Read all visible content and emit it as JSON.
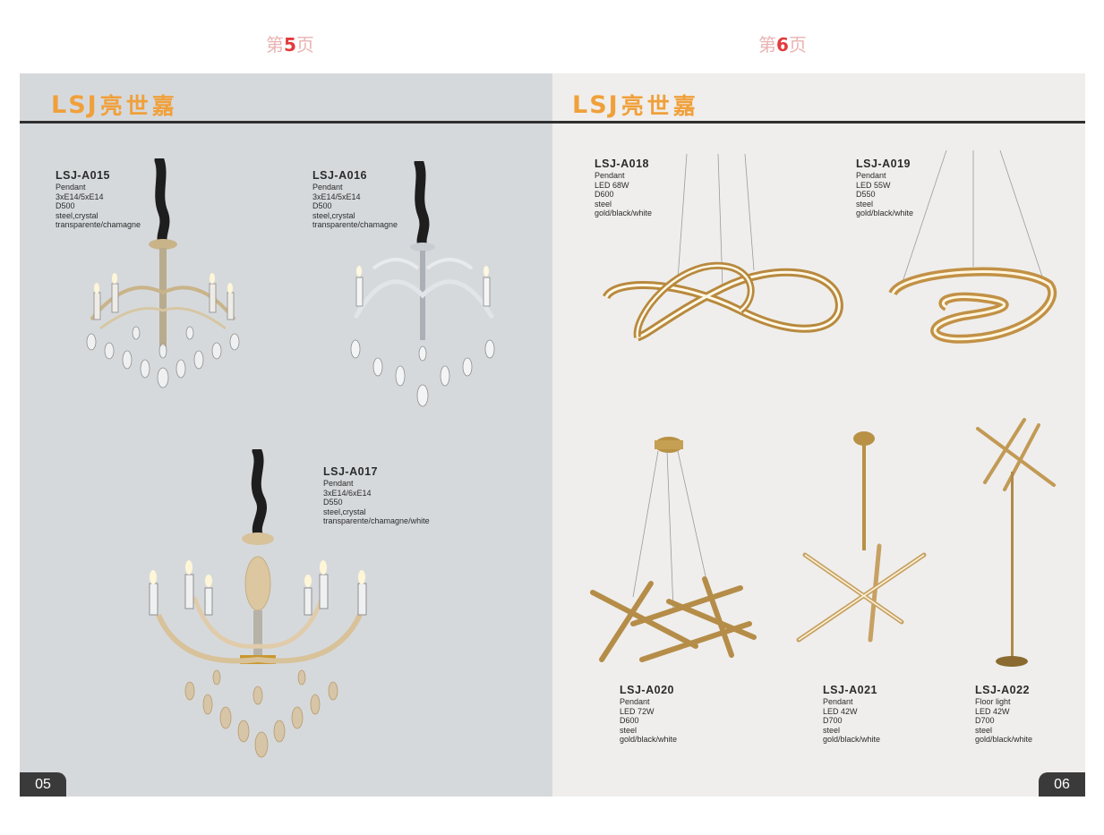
{
  "header": {
    "left": {
      "pre": "第",
      "num": "5",
      "post": "页"
    },
    "right": {
      "pre": "第",
      "num": "6",
      "post": "页"
    }
  },
  "brand": {
    "latin": "LSJ",
    "cn": "亮世嘉"
  },
  "colors": {
    "brand": "#f0a03a",
    "page_label_num": "#e33a3a",
    "rule": "#2f2f2f",
    "left_bg": "#d6d9dc",
    "right_bg": "#efeeec"
  },
  "pages": [
    {
      "number": "05",
      "products": [
        {
          "code": "LSJ-A015",
          "lines": [
            "Pendant",
            "3xE14/5xE14",
            "D500",
            "steel,crystal",
            "transparente/chamagne"
          ]
        },
        {
          "code": "LSJ-A016",
          "lines": [
            "Pendant",
            "3xE14/5xE14",
            "D500",
            "steel,crystal",
            "transparente/chamagne"
          ]
        },
        {
          "code": "LSJ-A017",
          "lines": [
            "Pendant",
            "3xE14/6xE14",
            "D550",
            "steel,crystal",
            "transparente/chamagne/white"
          ]
        }
      ]
    },
    {
      "number": "06",
      "products": [
        {
          "code": "LSJ-A018",
          "lines": [
            "Pendant",
            "LED 68W",
            "D600",
            "steel",
            "gold/black/white"
          ]
        },
        {
          "code": "LSJ-A019",
          "lines": [
            "Pendant",
            "LED 55W",
            "D550",
            "steel",
            "gold/black/white"
          ]
        },
        {
          "code": "LSJ-A020",
          "lines": [
            "Pendant",
            "LED 72W",
            "D600",
            "steel",
            "gold/black/white"
          ]
        },
        {
          "code": "LSJ-A021",
          "lines": [
            "Pendant",
            "LED 42W",
            "D700",
            "steel",
            "gold/black/white"
          ]
        },
        {
          "code": "LSJ-A022",
          "lines": [
            "Floor light",
            "LED 42W",
            "D700",
            "steel",
            "gold/black/white"
          ]
        }
      ]
    }
  ]
}
